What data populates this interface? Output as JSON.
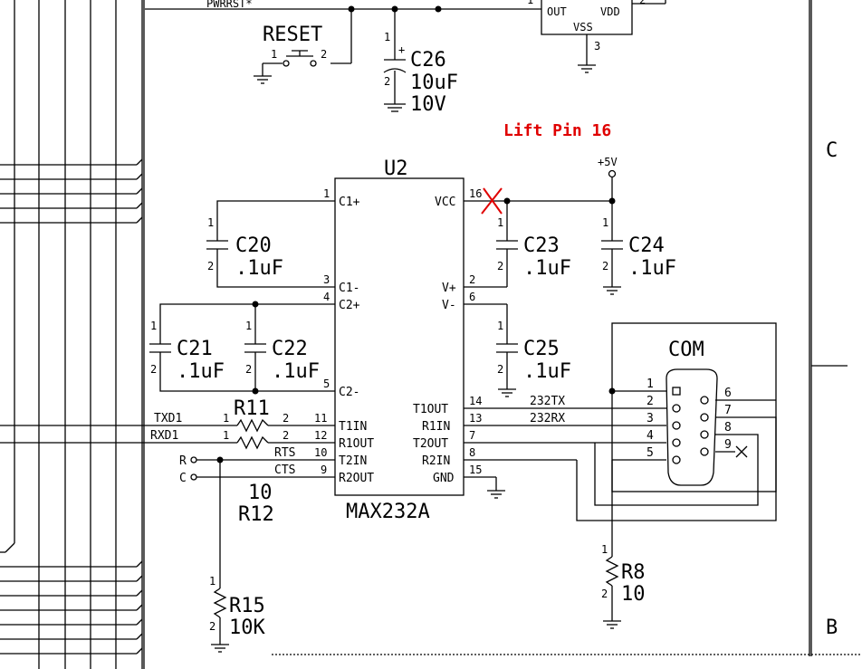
{
  "annotation": {
    "text": "Lift Pin 16",
    "color": "#e00000"
  },
  "power": {
    "vcc": "+5V"
  },
  "top": {
    "pwrrst": "PWRRST*",
    "reset": "RESET",
    "reset_pin1": "1",
    "reset_pin2": "2",
    "c26": {
      "name": "C26",
      "value": "10uF",
      "voltage": "10V",
      "p1": "1",
      "p2": "2"
    },
    "reg": {
      "out": "OUT",
      "vdd": "VDD",
      "vss": "VSS",
      "p3": "3",
      "p1": "1",
      "p2": "2"
    }
  },
  "u2": {
    "name": "U2",
    "part": "MAX232A",
    "left_pins": [
      {
        "num": "1",
        "label": "C1+"
      },
      {
        "num": "3",
        "label": "C1-"
      },
      {
        "num": "4",
        "label": "C2+"
      },
      {
        "num": "5",
        "label": "C2-"
      },
      {
        "num": "11",
        "label": "T1IN"
      },
      {
        "num": "12",
        "label": "R1OUT"
      },
      {
        "num": "10",
        "label": "T2IN"
      },
      {
        "num": "9",
        "label": "R2OUT"
      }
    ],
    "right_pins": [
      {
        "num": "16",
        "label": "VCC"
      },
      {
        "num": "2",
        "label": "V+"
      },
      {
        "num": "6",
        "label": "V-"
      },
      {
        "num": "14",
        "label": "T1OUT"
      },
      {
        "num": "13",
        "label": "R1IN"
      },
      {
        "num": "7",
        "label": "T2OUT"
      },
      {
        "num": "8",
        "label": "R2IN"
      },
      {
        "num": "15",
        "label": "GND"
      }
    ]
  },
  "caps": [
    {
      "name": "C20",
      "value": ".1uF",
      "p1": "1",
      "p2": "2"
    },
    {
      "name": "C21",
      "value": ".1uF",
      "p1": "1",
      "p2": "2"
    },
    {
      "name": "C22",
      "value": ".1uF",
      "p1": "1",
      "p2": "2"
    },
    {
      "name": "C23",
      "value": ".1uF",
      "p1": "1",
      "p2": "2"
    },
    {
      "name": "C24",
      "value": ".1uF",
      "p1": "1",
      "p2": "2"
    },
    {
      "name": "C25",
      "value": ".1uF",
      "p1": "1",
      "p2": "2"
    }
  ],
  "resistors": [
    {
      "name": "R11",
      "p1": "1",
      "p2": "2"
    },
    {
      "name": "R12",
      "value": "10",
      "p1": "1",
      "p2": "2"
    },
    {
      "name": "R15",
      "value": "10K",
      "p1": "1",
      "p2": "2"
    },
    {
      "name": "R8",
      "value": "10",
      "p1": "1",
      "p2": "2"
    }
  ],
  "nets": {
    "txd1": "TXD1",
    "rxd1": "RXD1",
    "rts": "RTS",
    "cts": "CTS",
    "r": "R",
    "c": "C",
    "tx232": "232TX",
    "rx232": "232RX"
  },
  "com": {
    "name": "COM",
    "pins_left": [
      "1",
      "2",
      "3",
      "4",
      "5"
    ],
    "pins_right": [
      "6",
      "7",
      "8",
      "9"
    ]
  },
  "border": {
    "zone_c": "C",
    "zone_b": "B"
  }
}
